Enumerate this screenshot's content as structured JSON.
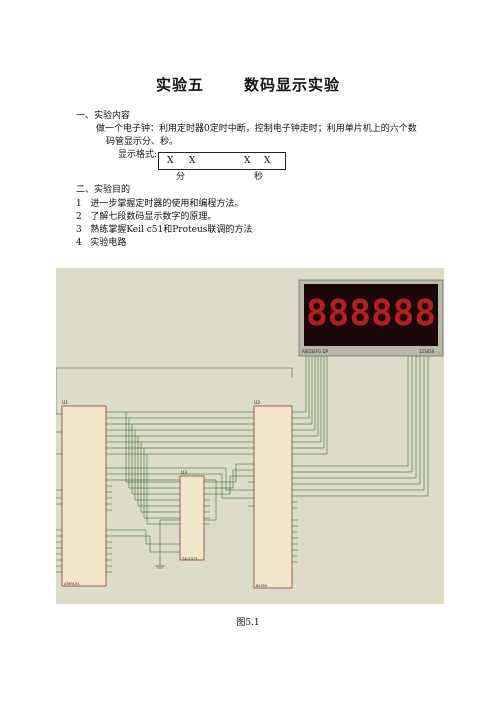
{
  "doc": {
    "title_left": "实验五",
    "title_right": "数码显示实验",
    "section1_heading": "一、实验内容",
    "content_line1": "做一个电子钟：利用定时器0定时中断，控制电子钟走时；利用单片机上的六个数",
    "content_line2": "码管显示分、秒。",
    "format_label": "显示格式:",
    "format_box": {
      "m1": "X",
      "m2": "X",
      "s1": "X",
      "s2": "X"
    },
    "format_min": "分",
    "format_sec": "秒",
    "section2_heading": "二、实验目的",
    "items": [
      {
        "num": "1",
        "text": "进一步掌握定时器的使用和编程方法。"
      },
      {
        "num": "2",
        "text": "了解七段数码显示数字的原理。"
      },
      {
        "num": "3",
        "text": "熟练掌握Keil c51和Proteus联调的方法"
      },
      {
        "num": "4",
        "text": "实验电路"
      }
    ],
    "caption": "图5.1"
  },
  "circuit": {
    "display_digits": "888888",
    "display_label_left": "ABCDEFG DP",
    "display_label_right": "123456",
    "u1_name": "U1",
    "u1_part": "AT89C51",
    "u2_name": "U2",
    "u2_part": "8255A",
    "u3_name": "U3",
    "u3_part": "74LS373",
    "colors": {
      "background": "#dcdcc8",
      "wire": "#1a5e1a",
      "chip_body": "#f2e6c8",
      "chip_border": "#8a2020",
      "segment": "#cc2020",
      "display_bg": "#1a0808"
    }
  }
}
